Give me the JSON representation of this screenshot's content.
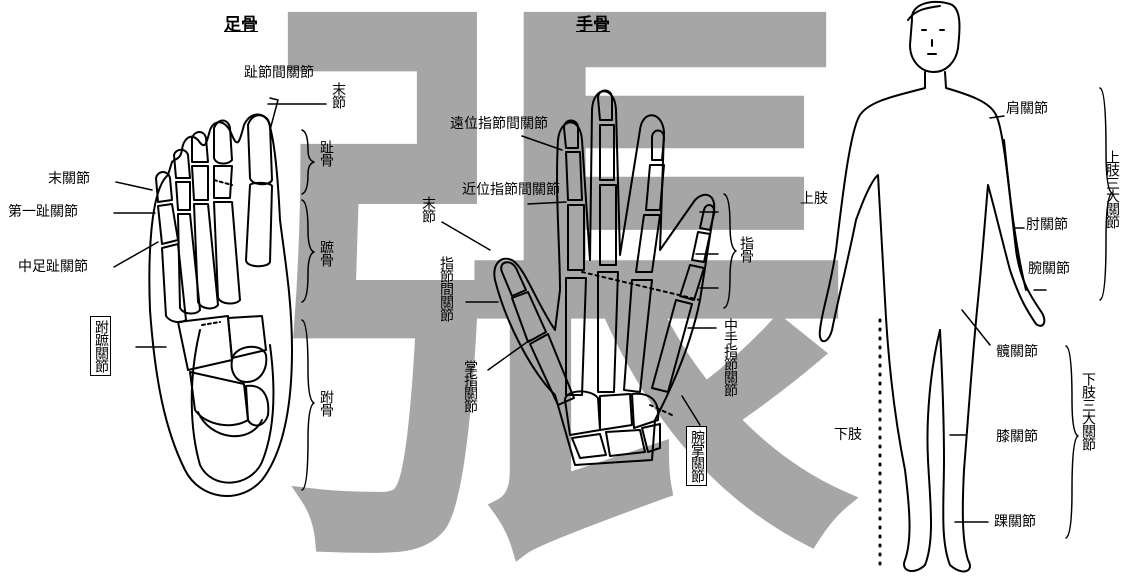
{
  "watermark": {
    "char": "張",
    "color": "#a6a6a6"
  },
  "foot": {
    "title": "足骨",
    "labels": {
      "interphalangeal": "趾節間關節",
      "distal_phalanx": "末節",
      "toe_bones": "趾骨",
      "distal_joint": "末關節",
      "first_toe_joint": "第一趾關節",
      "metatarsophalangeal": "中足趾關節",
      "metatarsals": "蹠骨",
      "tarsometatarsal": "跗蹠關節",
      "tarsals": "跗骨"
    }
  },
  "hand": {
    "title": "手骨",
    "labels": {
      "dip": "遠位指節間關節",
      "pip": "近位指節間關節",
      "distal_phalanx": "末節",
      "finger_bones": "指骨",
      "ip_joint": "指節間關節",
      "mcp": "中手指節關節",
      "mp_joint": "掌指關節",
      "carpometacarpal": "腕掌關節"
    }
  },
  "body": {
    "labels": {
      "shoulder": "肩關節",
      "upper_limb": "上肢",
      "elbow": "肘關節",
      "wrist": "腕關節",
      "upper_three": "上肢三大關節",
      "hip": "髖關節",
      "lower_limb": "下肢",
      "knee": "膝關節",
      "ankle": "踝關節",
      "lower_three": "下肢三大關節"
    }
  }
}
